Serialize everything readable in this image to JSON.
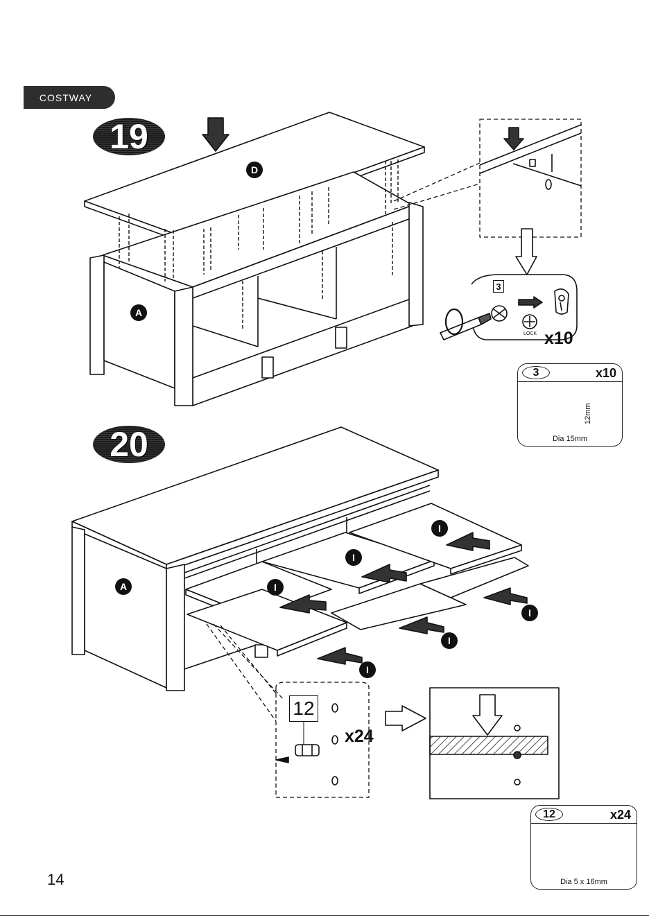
{
  "brand": {
    "name": "COSTWAY"
  },
  "steps": [
    {
      "number": "19",
      "panel_labels": [
        "D",
        "A"
      ],
      "detail": {
        "part_tag": "3",
        "lock_label": "LOCK",
        "quantity": "x10"
      },
      "part_box": {
        "id": "3",
        "quantity": "x10",
        "dimension_vertical": "12mm",
        "dimension": "Dia 15mm"
      }
    },
    {
      "number": "20",
      "panel_labels": [
        "A",
        "I",
        "I",
        "I",
        "I",
        "I",
        "I"
      ],
      "detail": {
        "part_tag": "12",
        "quantity": "x24"
      },
      "part_box": {
        "id": "12",
        "quantity": "x24",
        "dimension": "Dia 5 x 16mm"
      }
    }
  ],
  "page_number": "14",
  "icons": [
    "down-arrow-icon",
    "screwdriver-icon",
    "cam-lock-icon",
    "wooden-dowel-icon",
    "right-arrow-icon"
  ]
}
